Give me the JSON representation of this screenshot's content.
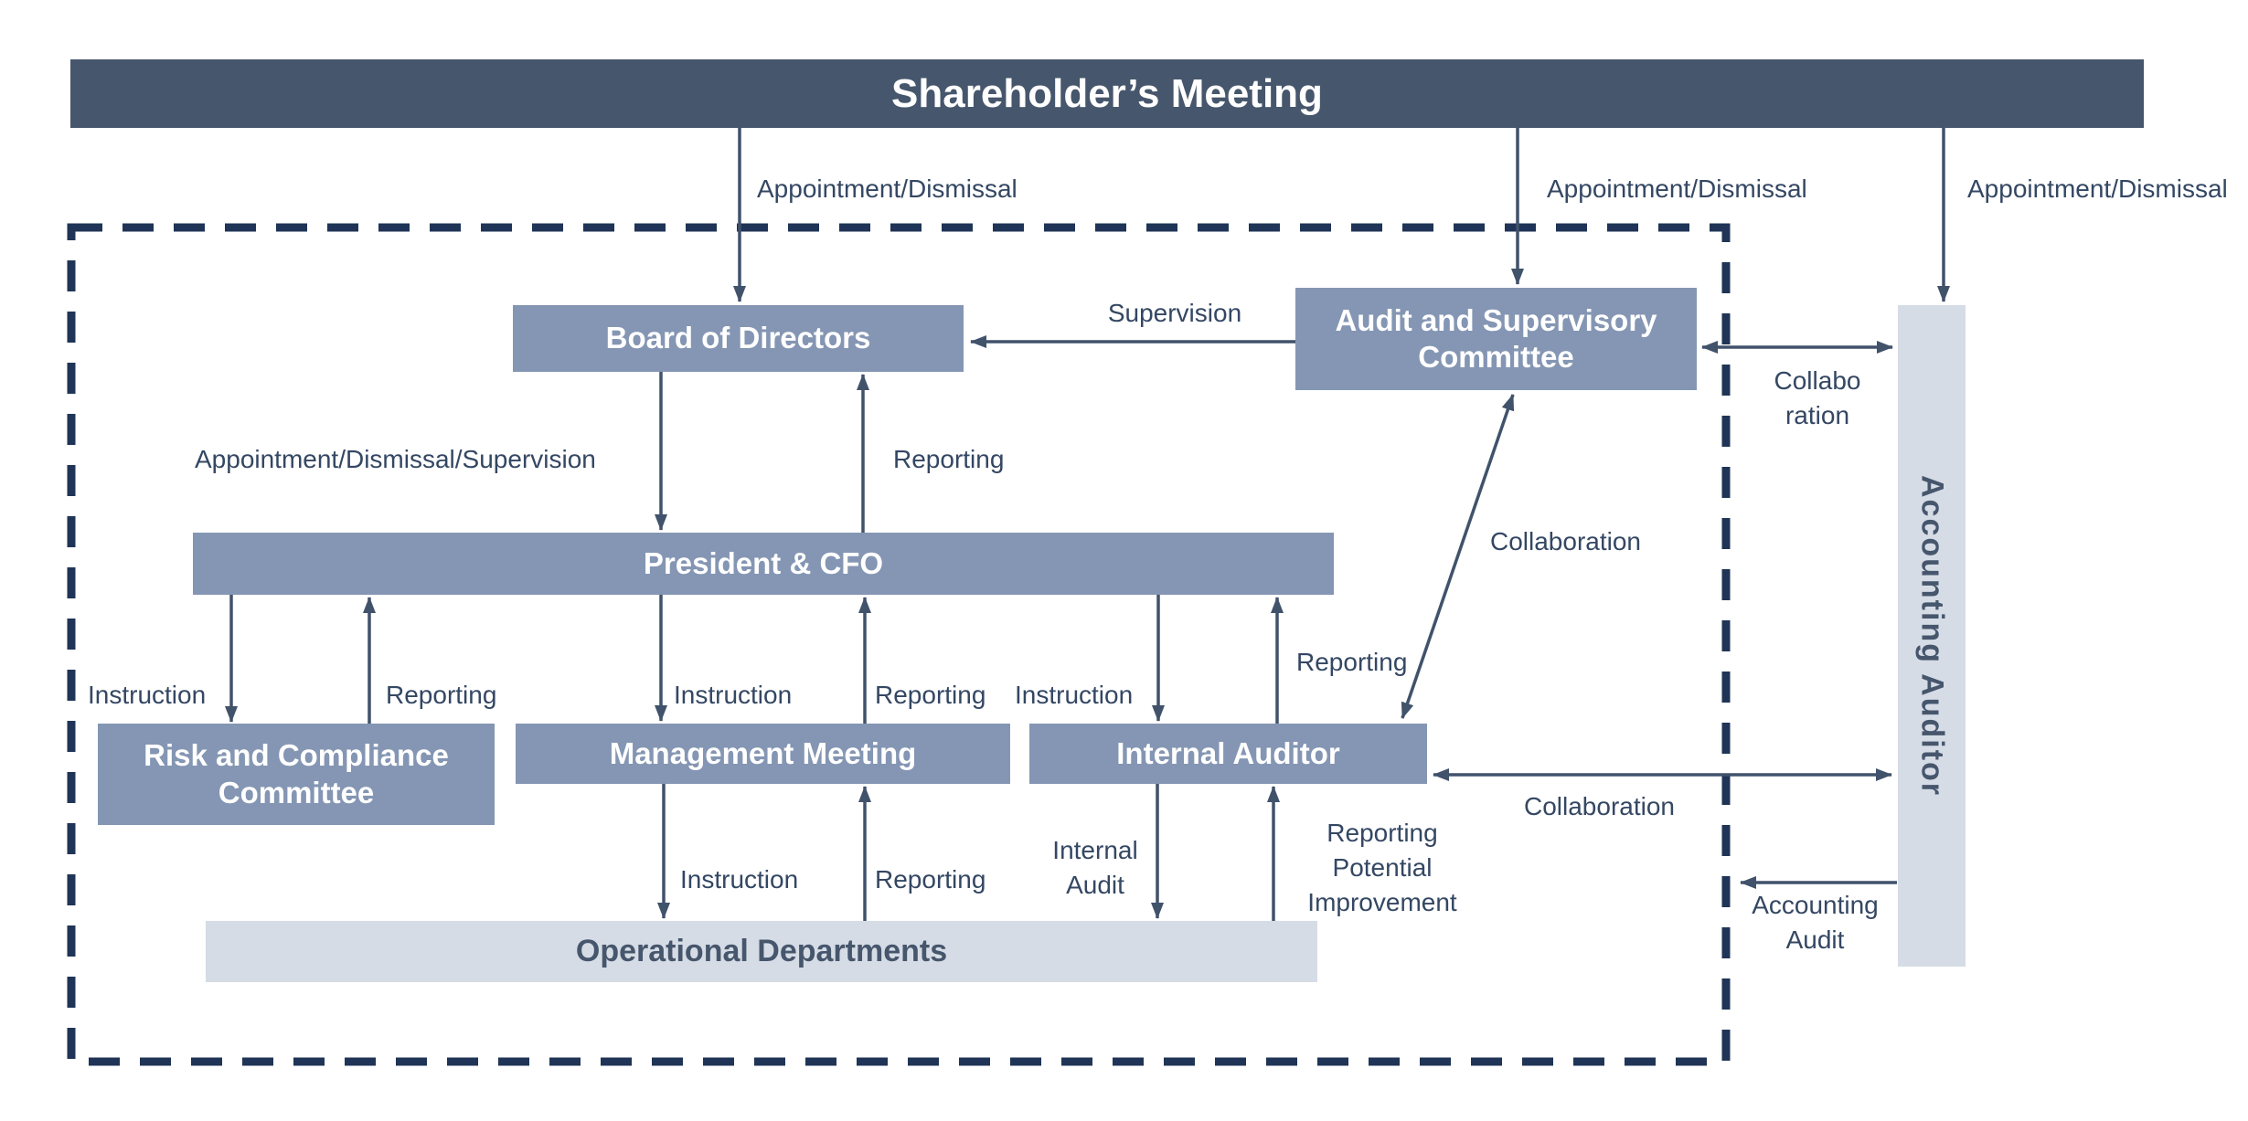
{
  "colors": {
    "header_bar": "#46566C",
    "node_fill": "#8496B3",
    "light_node_fill": "#D6DCE6",
    "connector": "#41526B",
    "boundary_dash": "#1F3456",
    "edge_label_text": "#344763",
    "node_text": "#FFFFFF",
    "dark_text": "#46566C"
  },
  "nodes": {
    "shareholders_meeting": "Shareholder’s Meeting",
    "board": "Board of Directors",
    "audit_committee": "Audit and Supervisory Committee",
    "president": "President & CFO",
    "risk_committee": "Risk and Compliance Committee",
    "management_meeting": "Management Meeting",
    "internal_auditor": "Internal Auditor",
    "operational_departments": "Operational Departments",
    "accounting_auditor": "Accounting Auditor"
  },
  "edge_labels": {
    "appointment_dismissal_board": "Appointment/Dismissal",
    "appointment_dismissal_audit": "Appointment/Dismissal",
    "appointment_dismissal_accounting": "Appointment/Dismissal",
    "supervision": "Supervision",
    "collaboration_audit_accounting": "Collabo\nration",
    "appointment_dismissal_supervision": "Appointment/Dismissal/Supervision",
    "reporting_president_board": "Reporting",
    "collaboration_internal_audit_committee": "Collaboration",
    "instruction_risk": "Instruction",
    "reporting_risk": "Reporting",
    "instruction_management": "Instruction",
    "reporting_management": "Reporting",
    "instruction_internal": "Instruction",
    "reporting_internal": "Reporting",
    "collaboration_internal_accounting": "Collaboration",
    "instruction_operational": "Instruction",
    "reporting_operational": "Reporting",
    "internal_audit": "Internal\nAudit",
    "reporting_potential_improvement": "Reporting\nPotential\nImprovement",
    "accounting_audit": "Accounting\nAudit"
  }
}
